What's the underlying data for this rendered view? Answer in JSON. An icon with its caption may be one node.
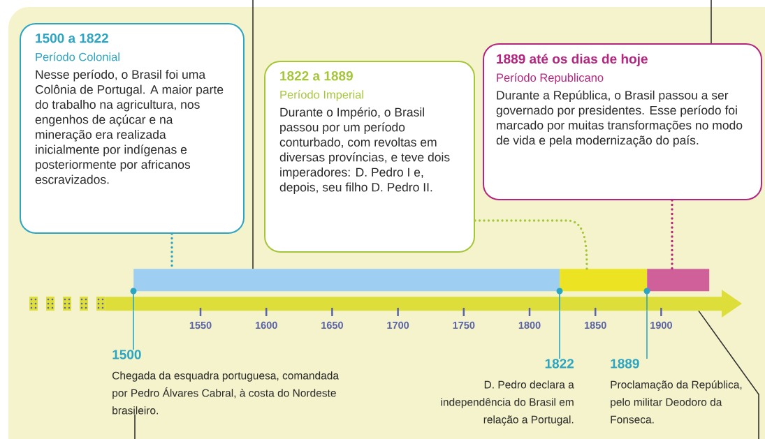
{
  "diagram": {
    "nodes": [
      {
        "text": [
          "1500 a 1822",
          "Período Colonial",
          "Nesse período, o Brasil foi uma Colônia de Portugal. A maior parte do trabalho na agricultura, nos engenhos de açúcar e na mineração era realizada inicialmente por indígenas e posteriormente por africanos escravizados."
        ]
      },
      {
        "text": [
          "1822 a 1889",
          "Período Imperial",
          "Durante o Império, o Brasil passou por um período conturbado, com revoltas em diversas províncias, e teve dois imperadores: D. Pedro I e, depois, seu filho D. Pedro II."
        ]
      },
      {
        "text": [
          "1889 até os dias de hoje",
          "Período Republicano",
          "Durante a República, o Brasil passou a ser governado por presidentes. Esse período foi marcado por muitas transformações no modo de vida e pela modernização do país."
        ]
      },
      {
        "text": [],
        "shape": "bar"
      },
      {
        "text": [],
        "shape": "bar"
      },
      {
        "text": [],
        "shape": "bar"
      },
      {
        "text": [
          "1500",
          "Chegada da esquadra portuguesa, comandada por Pedro Álvares Cabral, à costa do Nordeste brasileiro."
        ]
      },
      {
        "text": [
          "1822",
          "D. Pedro declara a independência do Brasil em relação a Portugal."
        ]
      },
      {
        "text": [
          "1889",
          "Proclamação da República, pelo militar Deodoro da Fonseca."
        ]
      },
      {
        "text": [],
        "shape": "arrow"
      }
    ],
    "edges": [
      {
        "from": 0,
        "to": 3,
        "arrow": "none",
        "style": "dashed",
        "color": "#2ba5c4"
      },
      {
        "from": 1,
        "to": 4,
        "arrow": "none",
        "style": "dashed",
        "color": "#a5c63b"
      },
      {
        "from": 2,
        "to": 5,
        "arrow": "none",
        "style": "dashed",
        "color": "#b5247e"
      },
      {
        "from": 6,
        "to": 9,
        "arrow": "none",
        "color": "#2ba5c4"
      },
      {
        "from": 7,
        "to": 9,
        "arrow": "none",
        "color": "#2ba5c4"
      },
      {
        "from": 8,
        "to": 9,
        "arrow": "none",
        "color": "#2ba5c4"
      },
      {
        "from": null,
        "to": 3,
        "arrow": "none",
        "color": "#333333"
      },
      {
        "from": null,
        "to": 2,
        "arrow": "none",
        "color": "#333333"
      },
      {
        "from": 6,
        "to": null,
        "arrow": "none",
        "color": "#333333"
      },
      {
        "from": null,
        "to": 9,
        "arrow": "none",
        "color": "#333333"
      }
    ],
    "labels": [
      "1550",
      "1600",
      "1650",
      "1700",
      "1750",
      "1800",
      "1850",
      "1900"
    ]
  }
}
